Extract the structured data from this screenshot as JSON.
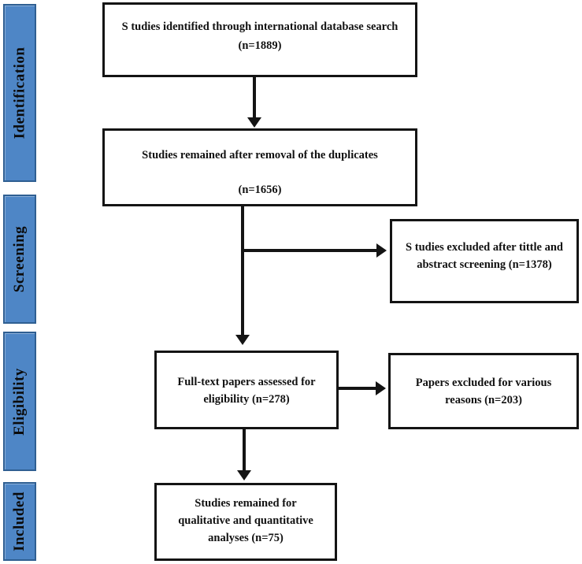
{
  "figure": {
    "type": "prisma-flow-diagram",
    "background": "#ffffff",
    "accent_fill": "#4e86c6",
    "accent_border": "#2f5f92",
    "line_color": "#141414"
  },
  "stages": [
    {
      "label": "Identification"
    },
    {
      "label": "Screening"
    },
    {
      "label": "Eligibility"
    },
    {
      "label": "Included"
    }
  ],
  "flow": {
    "identified": {
      "lines": [
        "S tudies identified through international database search",
        "(n=1889)"
      ],
      "n": 1889
    },
    "deduplicated": {
      "lines": [
        "Studies remained after removal of the duplicates",
        "(n=1656)"
      ],
      "n": 1656
    },
    "excluded_screening": {
      "lines": [
        "S tudies excluded after tittle and",
        "abstract screening (n=1378)"
      ],
      "n": 1378
    },
    "fulltext": {
      "lines": [
        "Full-text papers assessed for",
        "eligibility (n=278)"
      ],
      "n": 278
    },
    "excluded_fulltext": {
      "lines": [
        "Papers excluded for various",
        "reasons (n=203)"
      ],
      "n": 203
    },
    "included": {
      "lines": [
        "Studies remained for",
        "qualitative and quantitative",
        "analyses (n=75)"
      ],
      "n": 75
    }
  }
}
